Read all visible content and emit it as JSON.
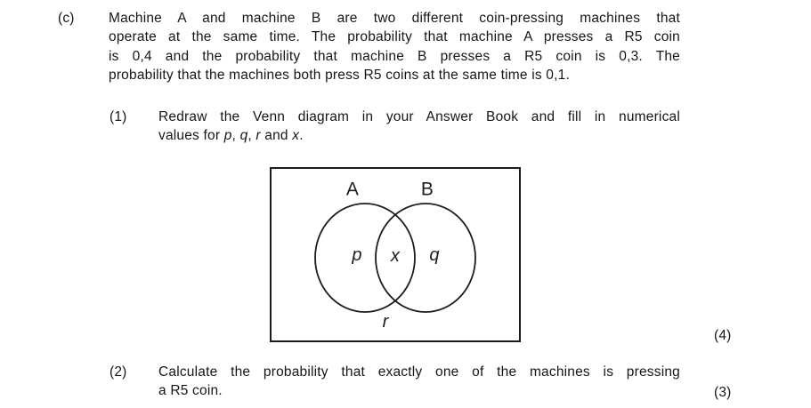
{
  "page": {
    "background_color": "#ffffff",
    "text_color": "#161616"
  },
  "question_c": {
    "label": "(c)",
    "lines": [
      "Machine A and machine B are two different coin-pressing machines that",
      "operate at the same time. The probability that machine A presses a R5 coin",
      "is 0,4 and the probability that machine B presses a R5 coin is 0,3. The",
      "probability that the machines both press R5 coins at the same time is 0,1."
    ]
  },
  "sub_question_1": {
    "label": "(1)",
    "line1": "Redraw the Venn diagram in your Answer Book and fill in numerical",
    "line2": {
      "prefix": "values for ",
      "var_p": "p",
      "sep1": ", ",
      "var_q": "q",
      "sep2": ", ",
      "var_r": "r",
      "sep3": " and ",
      "var_x": "x",
      "suffix": "."
    },
    "marks": "(4)"
  },
  "venn_diagram": {
    "set_a_label": "A",
    "set_b_label": "B",
    "region_a_only": "p",
    "region_intersection": "x",
    "region_b_only": "q",
    "region_outside": "r",
    "stroke_color": "#1c1c1c"
  },
  "sub_question_2": {
    "label": "(2)",
    "line1": "Calculate the probability that exactly one of the machines is pressing",
    "line2": "a R5 coin.",
    "marks": "(3)"
  }
}
